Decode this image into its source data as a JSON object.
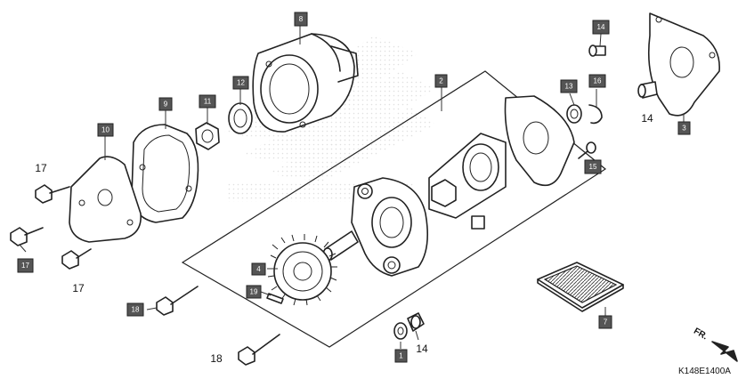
{
  "diagram": {
    "reference_code": "K148E1400A",
    "direction_label": "FR.",
    "callouts": [
      {
        "label": "1"
      },
      {
        "label": "2"
      },
      {
        "label": "3"
      },
      {
        "label": "4"
      },
      {
        "label": "7"
      },
      {
        "label": "8"
      },
      {
        "label": "9"
      },
      {
        "label": "10"
      },
      {
        "label": "11"
      },
      {
        "label": "12"
      },
      {
        "label": "13"
      },
      {
        "label": "14"
      },
      {
        "label": "15"
      },
      {
        "label": "16"
      },
      {
        "label": "17"
      },
      {
        "label": "18"
      },
      {
        "label": "19"
      }
    ],
    "plain_labels": [
      {
        "label": "17"
      },
      {
        "label": "17"
      },
      {
        "label": "14"
      },
      {
        "label": "14"
      },
      {
        "label": "18"
      }
    ]
  }
}
